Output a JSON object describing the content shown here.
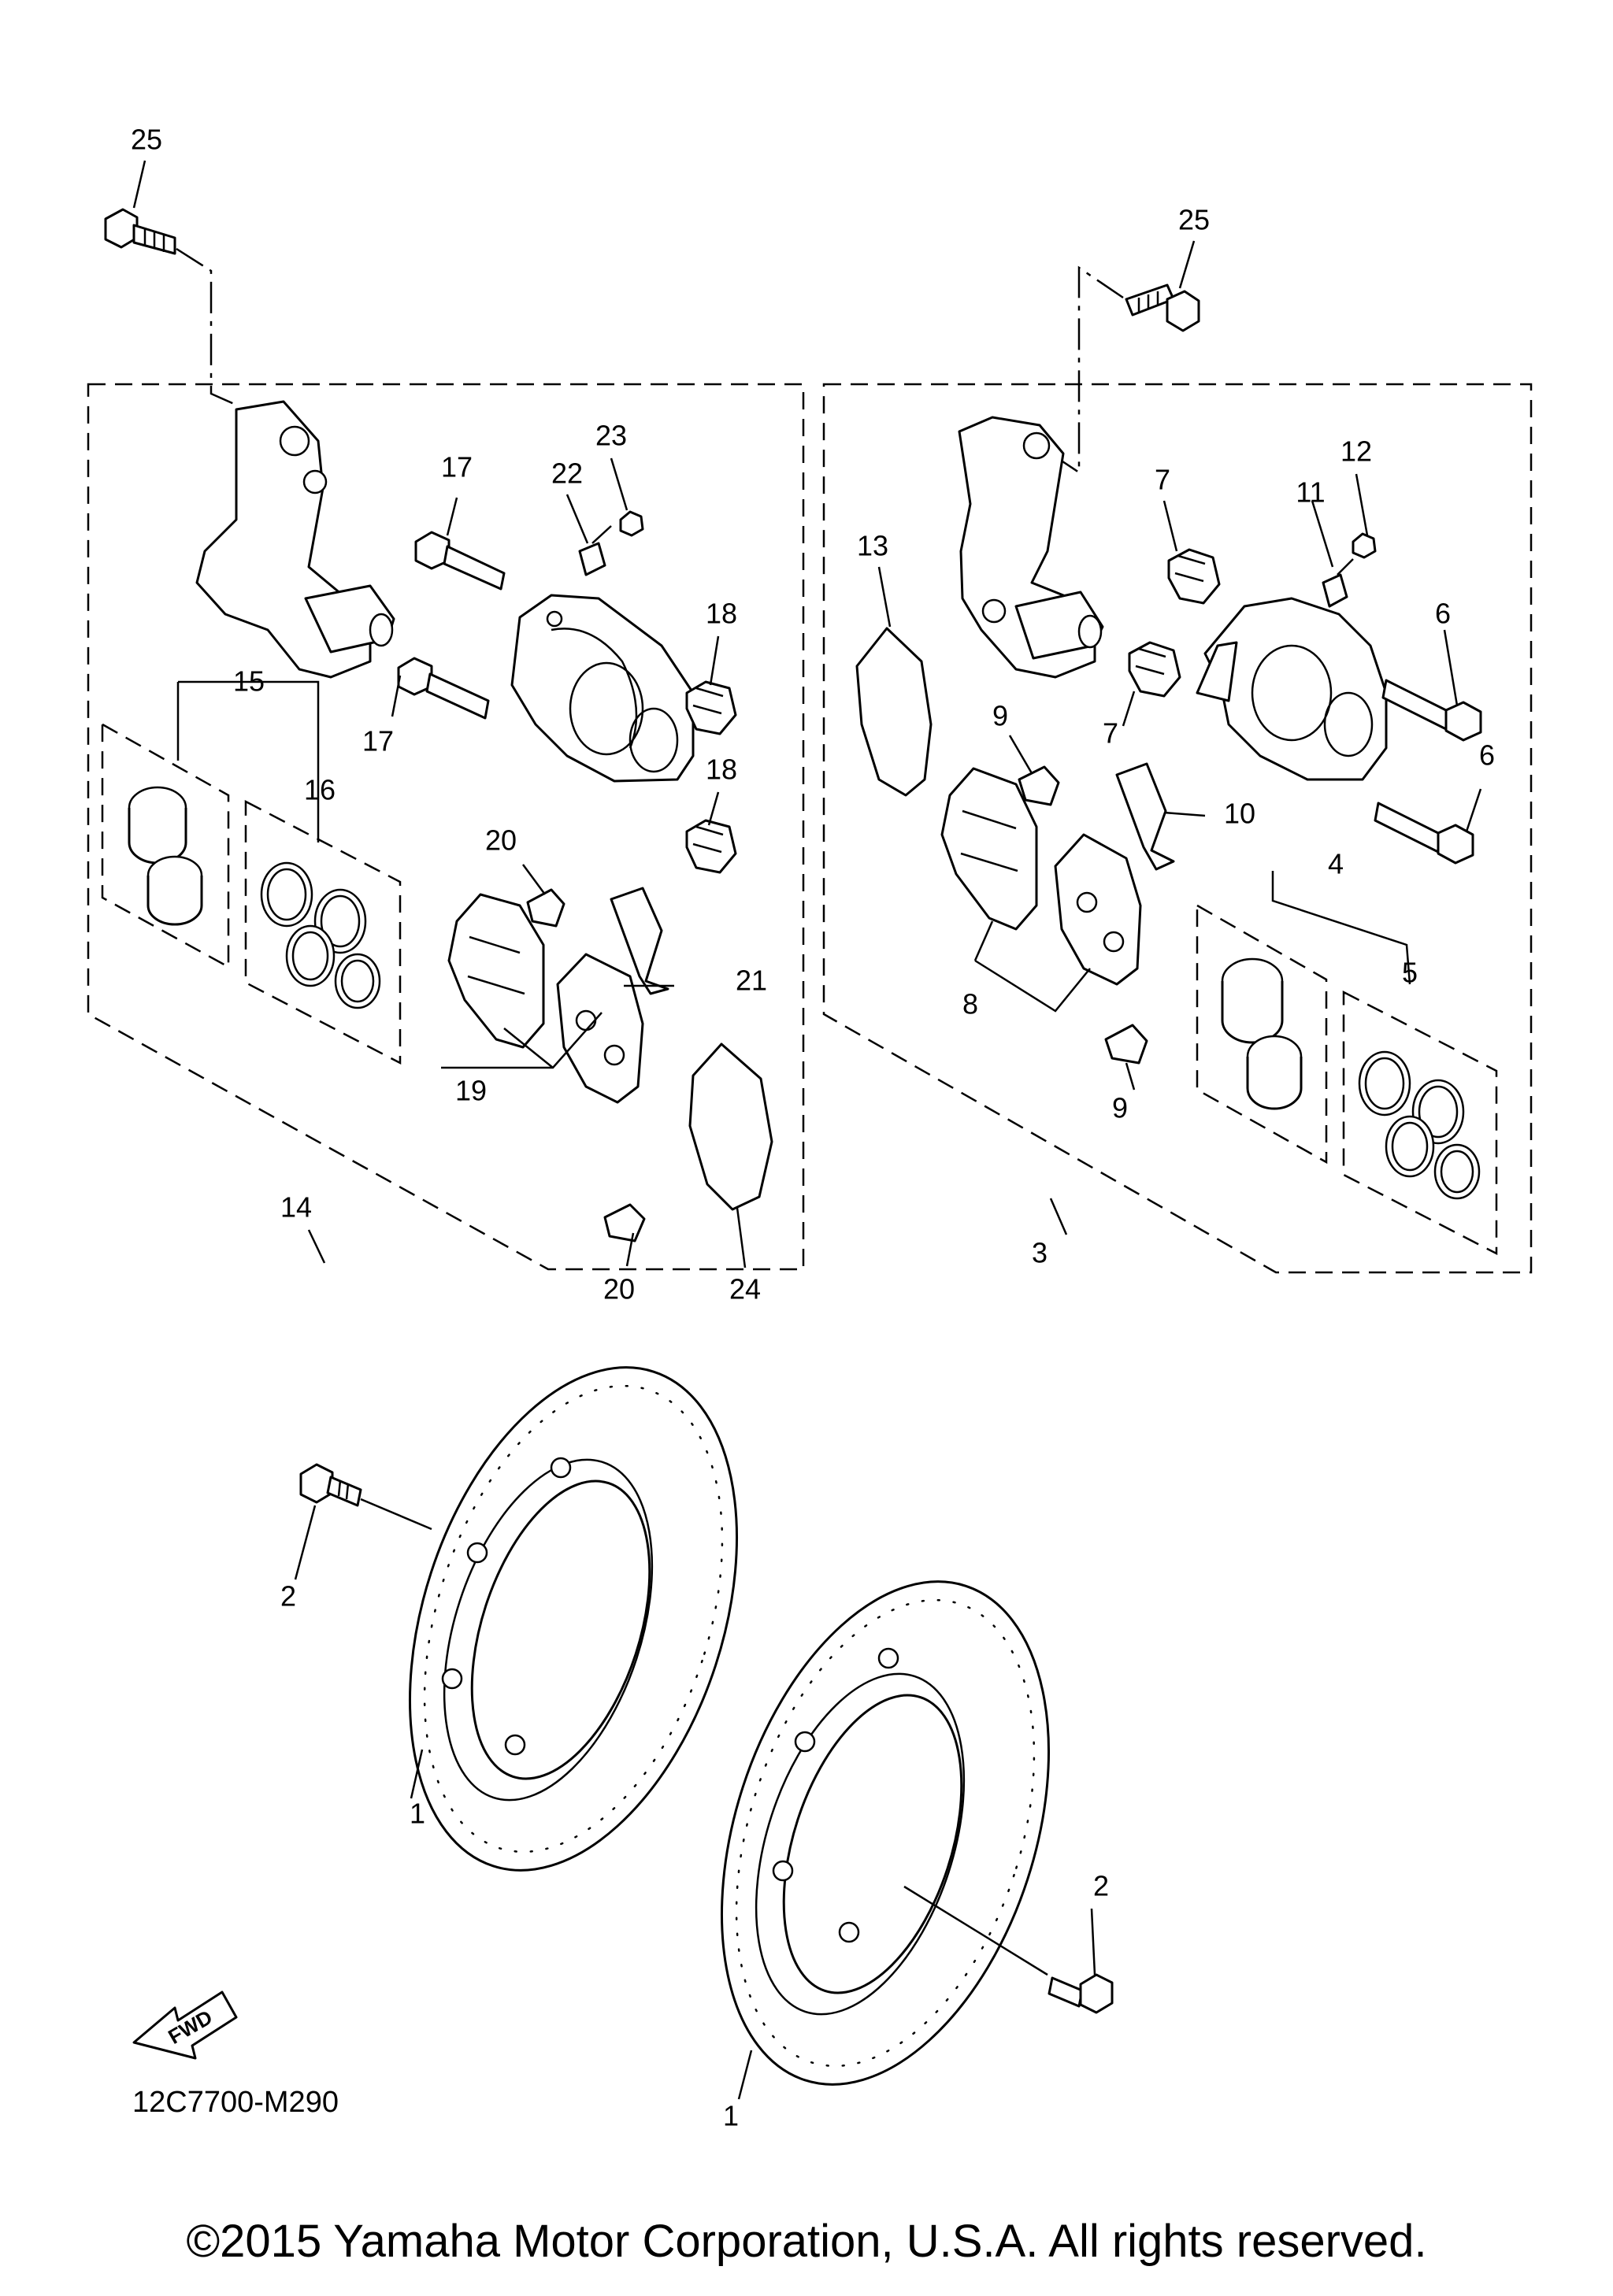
{
  "diagram_code": "12C7700-M290",
  "fwd_label": "FWD",
  "copyright": "©2015 Yamaha Motor Corporation, U.S.A. All rights reserved.",
  "callouts": {
    "left_caliper_bolt": "25",
    "right_caliper_bolt": "25",
    "left_bleed_cap": "23",
    "left_bleed_screw": "22",
    "left_pin_upper": "17",
    "left_pin_lower": "17",
    "left_boot_upper": "18",
    "left_boot_lower": "18",
    "left_piston_kit": "15",
    "left_seal_kit": "16",
    "left_pad_clip_upper": "20",
    "left_pad_clip_lower": "20",
    "left_pad_spring": "21",
    "left_pad_kit": "19",
    "left_shim": "24",
    "left_caliper_assy": "14",
    "right_bleed_cap": "12",
    "right_bleed_screw": "11",
    "right_boot_upper": "7",
    "right_boot_lower": "7",
    "right_pin_upper": "6",
    "right_pin_lower": "6",
    "right_shim": "13",
    "right_pad_clip_upper": "9",
    "right_pad_clip_lower": "9",
    "right_pad_spring": "10",
    "right_pad_kit": "8",
    "right_piston_kit": "4",
    "right_seal_kit": "5",
    "right_caliper_assy": "3",
    "left_disc_bolt": "2",
    "right_disc_bolt": "2",
    "left_disc": "1",
    "right_disc": "1"
  }
}
